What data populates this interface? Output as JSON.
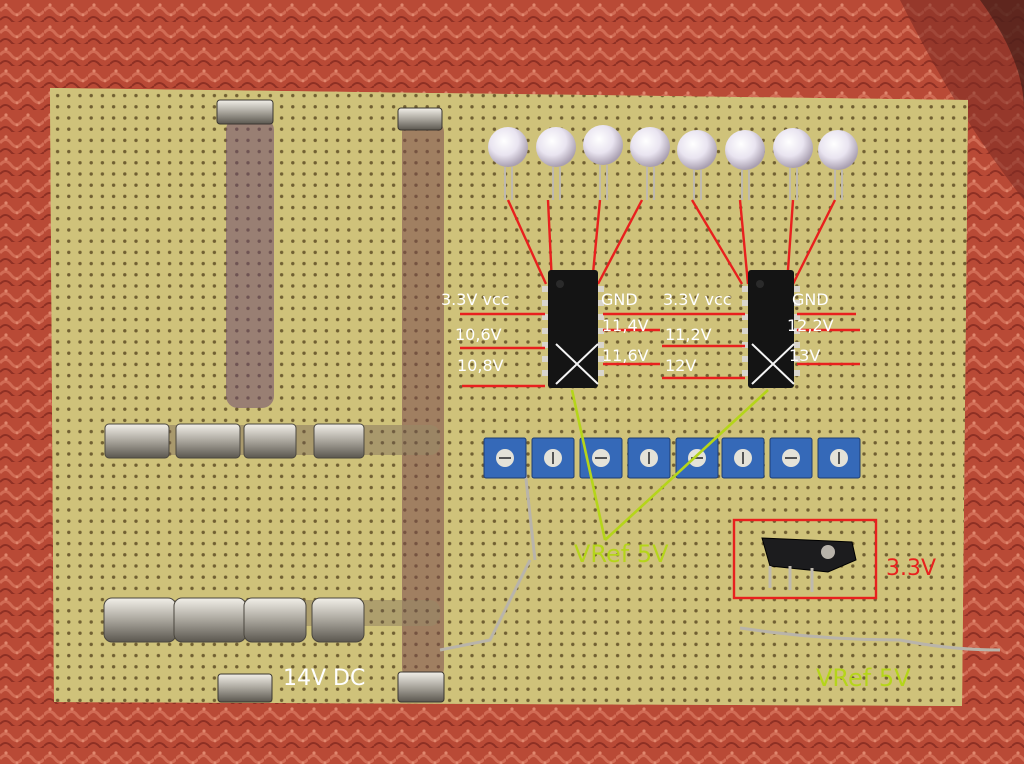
{
  "labels": {
    "ic1_vcc": "3.3V vcc",
    "ic1_gnd": "GND",
    "ic1_v1": "10,6V",
    "ic1_v2": "10,8V",
    "ic1_v3": "11,4V",
    "ic1_v4": "11,6V",
    "ic2_vcc": "3.3V vcc",
    "ic2_gnd": "GND",
    "ic2_v1": "11,2V",
    "ic2_v2": "12V",
    "ic2_v3": "12,2V",
    "ic2_v4": "13V",
    "vref_center": "VRef 5V",
    "vref_corner": "VRef 5V",
    "regulator_out": "3.3V",
    "power_in": "14V DC"
  },
  "colors": {
    "carpet": "#b94a36",
    "board": "#cfc27a",
    "hole": "#6b5a2e",
    "annotation_red": "#e8201e",
    "annotation_white": "#ffffff",
    "annotation_green": "#b5d51a",
    "trimmer_blue": "#3569b8",
    "ic_black": "#141414"
  },
  "icons": {
    "ic1": "dip-14-ic",
    "ic2": "dip-14-ic",
    "leds": "clear-led",
    "trimmers": "trim-potentiometer",
    "regulator": "to-220-regulator"
  }
}
